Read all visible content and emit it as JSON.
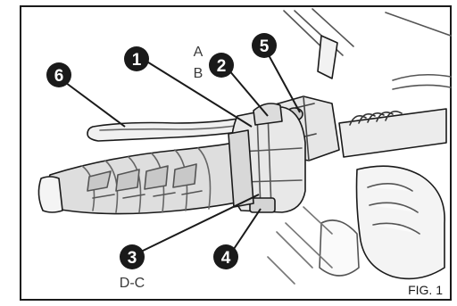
{
  "figure": {
    "caption": "FIG. 1",
    "letters": {
      "upper": "A",
      "lower": "B",
      "callout3_letters": "D-C"
    },
    "callouts": [
      {
        "number": "1"
      },
      {
        "number": "2"
      },
      {
        "number": "3"
      },
      {
        "number": "4"
      },
      {
        "number": "5"
      },
      {
        "number": "6"
      }
    ]
  }
}
